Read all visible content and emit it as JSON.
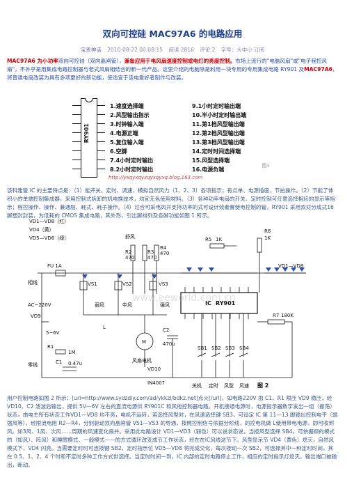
{
  "article": {
    "title": "双向可控硅 MAC97A6 的电路应用",
    "meta": {
      "author": "宝贵神话",
      "date": "2010-08-22 00:08:15",
      "views": "阅读 2816",
      "comments": "评论 2",
      "font_size": "字号：大中小 订阅"
    },
    "intro": {
      "part1_red": "MAC97A6 为小功率",
      "part2": "双向可控硅（双向晶闸管），",
      "part3_red": "兼备应用于电风扇速度控制或电灯的亮度控制。",
      "part4": "市场上流行的\"电脑风扇\"或\"电子程控风扇\"，不外乎是用集成电路控制器与老式风扇相结合的新一代产品。这里介绍的电脑除是利用一块专用的专用集成电路 RY901 及",
      "part5_red": "MAC97A6",
      "part6": "，将普通电扇改装为具有多项更好的新功能，使适宜于该电爱好者制作与改装。"
    },
    "fig1": {
      "chip_label": "RY901",
      "left_pins": [
        "1.速度选择端",
        "2.风型输出指示",
        "3.时钟输入端",
        "4.电源正端",
        "5.复位输入端",
        "6.空脚",
        "7.4小时定时输出",
        "8.2小时定时输出"
      ],
      "right_pins": [
        "9.1小时定时输出端",
        "10.半小时定时输出端",
        "11.第1档风型输出端",
        "12.第2档风型输出端",
        "13.第3档风型输出端",
        "14.定时时间选择端",
        "15.风型选择端",
        "16.电源负端"
      ],
      "watermark": "http://yxqyxqyxqyxqyxq.blog.163.com",
      "corner": "图1"
    },
    "para1": "该科雅管 IC 的主要特点是：（1）能开关、定时、调速、模拟自然风力（1、2、3）各项指示；有点单、电源插座、节拍操作。（2）节能了体积小的单端控制集成器，采用控制式拆卸的机电换技术，均宜无色使用材料。（3）各种功率电扇的开关、定时控制可任意选择相应的显示等指示；程控操作、操作、兼通脂、耗式、耗子操作。（4）过合可采电风并支持功率的式可设计效者置使电控制的管，RY901 采用双对分成式16 脚塑封封装，为低耗的 CMOS 集成电路，其外形，引出脚排列及各脚功能如图 1 所示。",
    "fig2": {
      "labels": {
        "vd1_vd8": "VD1—VD8（红）",
        "vd4": "VD4（黄）",
        "vd5_vd6": "VD5—VD6（绿）",
        "fu": "FU  1A",
        "xiangxian": "相线",
        "ac": "AC~220V",
        "vd9": "VD9",
        "v": "5~6V",
        "r1": "R1",
        "r1v": "1M",
        "c1": "C1",
        "c1v": "0.47u",
        "lingxian": "零线",
        "l": "L",
        "m": "M",
        "motor": "风扇电机",
        "vs1": "VS1",
        "vs2": "VS2",
        "vs3": "VS3",
        "xiefeng": "弱风",
        "zhongfeng": "中风",
        "qiangfeng": "强风",
        "r2": "R2",
        "r2v": "470",
        "r3": "R3",
        "r3v": "470",
        "r4": "R4",
        "r4v": "470",
        "shufeng": "舒风",
        "r5": "R5",
        "r5v": "1K",
        "r6": "R6",
        "r6v": "1K",
        "ic": "IC",
        "icname": "RY901",
        "c2": "C2",
        "c2v": "470u",
        "vd10": "VD10",
        "in4007": "IN4007",
        "r7": "R7",
        "r7v": "180K",
        "vd1_vd8_r": "VD1—VD8",
        "sb1": "SB1",
        "sb2": "SB2",
        "sb3": "SB3",
        "sb4": "SB4",
        "kaiguan": "关机",
        "dingshi": "定时",
        "fengxing": "风型",
        "fengsu": "风速",
        "tu2": "图 2",
        "watermark": "www.eeworld.com.cn"
      }
    },
    "para2": "用户控制电路如图 2 所示：[url=http://www.sydzdiy.com/ad/ykkzl/bdkz.net]点火[/url]，如电路220V 由 C1、R1 限压 VD9 稳压，经 VD10、C2 滤波后输出，提供 5V—6V 左右的直流电源供 RY901C 和其他控制器电路。开机接通电源时，电源指示器数字发出一组（振荡）状态，由电主所有状态工作VD1—VD8 均不亮，电机不运转，若选择风型时，在风速选择键 SB3，可设定 IC 第 11—13 脚输出控制电平（弱强风等），经限流电阻 R2—R4，分别驱动双向晶闸管 VS1—VS3 的导通，按照控制信号依据分阶线，的控电机做 L使用带电电源，即可收到风。如3风、1风、次风……周期的风速变化扇并。采用此电路设计 VD1—VD3（弱色）可以说状态说，当按风型选择 SB4，可依据顺的模式的（如风）、阵风）和睡眠模式、一般模式——的方式循环改变成节工作状态，经在在IC风线这节下。风型显示节 VD4（黄色）熄灭，自然风模式下，VD4 闪亮。当需要定时时可连按键 SB2，定时指示位 VD5—VD8 将完成交化，每次按动一次 SB2，可选择其中一种定时时间，其在 0.5、1、2、4 个时和不定时多种工作方式供选择。当定时时间一到，IC 内部的定时电路停止工作，相应的定时指示灯熄灭，输出端口被输出，断动。"
  }
}
